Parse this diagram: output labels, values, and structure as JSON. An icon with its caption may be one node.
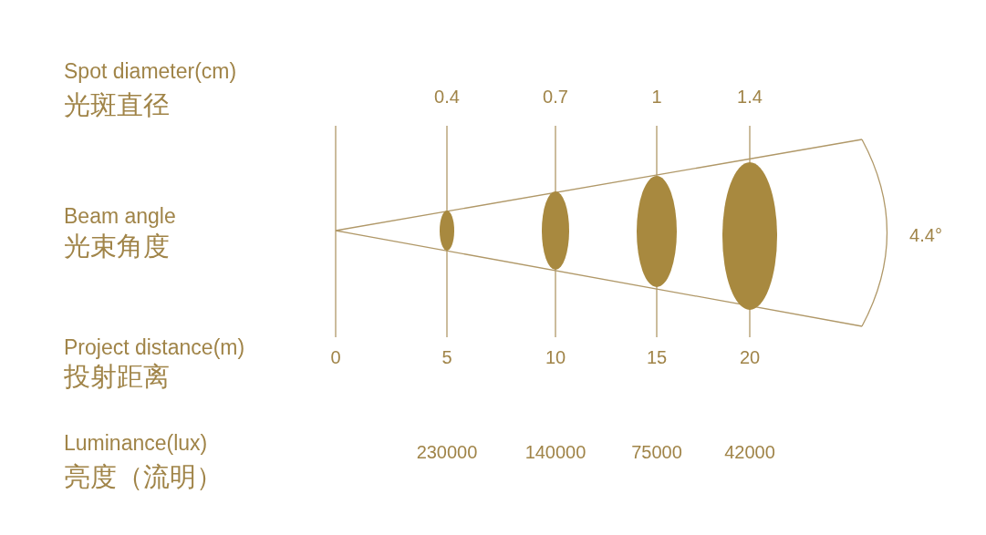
{
  "diagram": {
    "labels": [
      "Spot diameter(cm)",
      "光斑直径",
      "0.4",
      "0.7",
      "1",
      "1.4",
      "Beam angle",
      "光束角度",
      "4.4°",
      "Project distance(m)",
      "0",
      "5",
      "10",
      "15",
      "20",
      "投射距离",
      "Luminance(lux)",
      "230000",
      "140000",
      "75000",
      "42000",
      "亮度（流明）"
    ]
  }
}
